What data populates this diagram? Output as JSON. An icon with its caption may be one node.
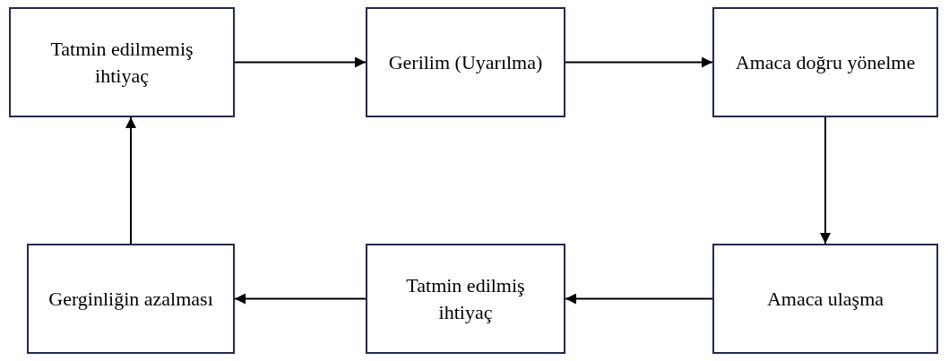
{
  "diagram": {
    "nodes": [
      {
        "text": [
          "Tatmin edilmemiş ihtiyaç"
        ]
      },
      {
        "text": [
          "Gerilim (Uyarılma)"
        ]
      },
      {
        "text": [
          "Amaca doğru yönelme"
        ]
      },
      {
        "text": [
          "Amaca ulaşma"
        ]
      },
      {
        "text": [
          "Tatmin edilmiş ihtiyaç"
        ]
      },
      {
        "text": [
          "Gerginliğin azalması"
        ]
      }
    ],
    "edges": [
      {
        "from": 0,
        "to": 1,
        "arrow": "to"
      },
      {
        "from": 1,
        "to": 2,
        "arrow": "to"
      },
      {
        "from": 2,
        "to": 3,
        "arrow": "to"
      },
      {
        "from": 3,
        "to": 4,
        "arrow": "to"
      },
      {
        "from": 4,
        "to": 5,
        "arrow": "to"
      },
      {
        "from": 5,
        "to": 0,
        "arrow": "to"
      }
    ]
  }
}
